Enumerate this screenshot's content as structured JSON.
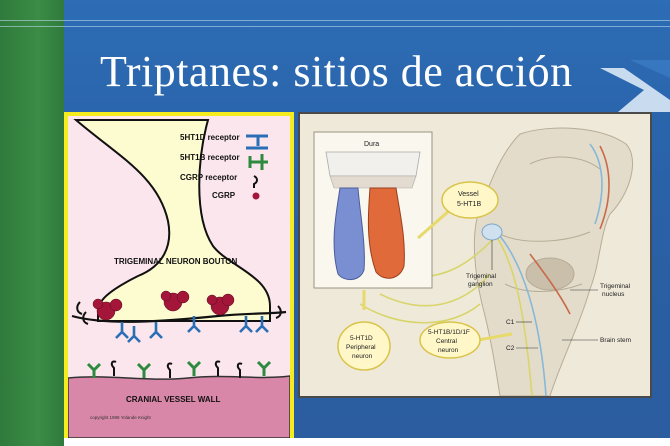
{
  "slide": {
    "title": "Triptanes: sitios de acción"
  },
  "left_diagram": {
    "legend": [
      {
        "label": "5HT1D receptor",
        "color": "#2a6fb5"
      },
      {
        "label": "5HT1B receptor",
        "color": "#2e8a3e"
      },
      {
        "label": "CGRP receptor",
        "color": "#111111"
      },
      {
        "label": "CGRP",
        "color": "#a3163a"
      }
    ],
    "neuron_label": "TRIGEMINAL NEURON BOUTON",
    "vessel_label": "CRANIAL VESSEL WALL",
    "copyright": "copyright 1998 Yolande Knight",
    "colors": {
      "panel_bg": "#fbe6ee",
      "border": "#f4ec1e",
      "neuron": "#fdfbd0",
      "vessel": "#d987a8"
    }
  },
  "right_diagram": {
    "dura_label": "Dura",
    "vessel_callout": [
      "Vessel",
      "5-HT1B"
    ],
    "peripheral_callout": [
      "5-HT1D",
      "Peripheral",
      "neuron"
    ],
    "central_callout": [
      "5-HT1B/1D/1F",
      "Central",
      "neuron"
    ],
    "trigeminal_ganglion": [
      "Trigeminal",
      "ganglion"
    ],
    "trigeminal_nucleus": [
      "Trigeminal",
      "nucleus"
    ],
    "brain_stem": "Brain stem",
    "c1": "C1",
    "c2": "C2"
  }
}
